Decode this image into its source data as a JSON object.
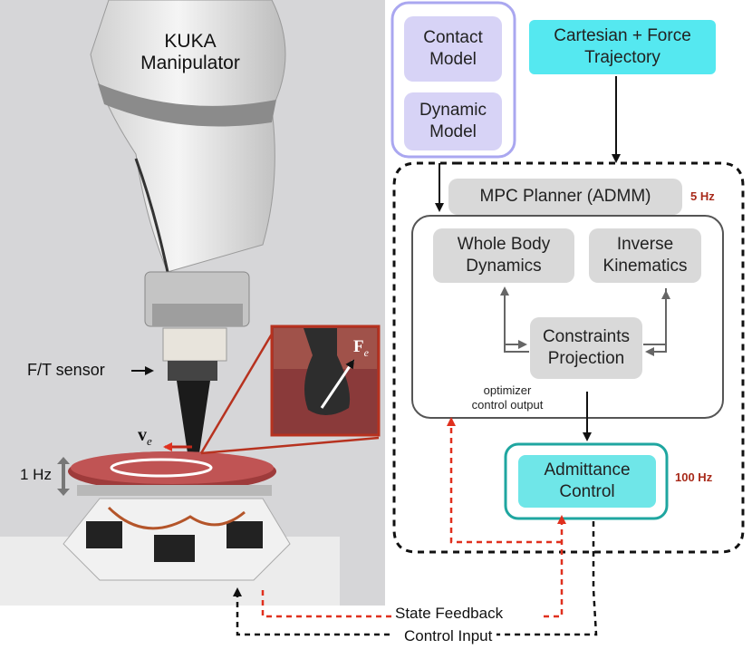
{
  "photo": {
    "robot_label": "KUKA\nManipulator",
    "sensor_label": "F/T sensor",
    "velocity_symbol": "v",
    "velocity_subscript": "e",
    "frequency_label": "1 Hz",
    "inset_force_symbol": "F",
    "inset_force_subscript": "e"
  },
  "diagram": {
    "contact_model": "Contact\nModel",
    "dynamic_model": "Dynamic\nModel",
    "trajectory": "Cartesian + Force\nTrajectory",
    "mpc_planner": "MPC Planner (ADMM)",
    "mpc_rate": "5 Hz",
    "whole_body": "Whole Body\nDynamics",
    "inverse_kinematics": "Inverse\nKinematics",
    "constraints": "Constraints\nProjection",
    "optimizer_note": "optimizer\ncontrol output",
    "admittance": "Admittance\nControl",
    "admittance_rate": "100 Hz",
    "state_feedback": "State Feedback",
    "control_input": "Control Input"
  },
  "colors": {
    "feedback_arrow": "#e0301e",
    "control_arrow": "#111111",
    "model_group_border": "#aaa7f0",
    "admittance_border": "#1fa6a0",
    "rate_text": "#a82a1a"
  }
}
